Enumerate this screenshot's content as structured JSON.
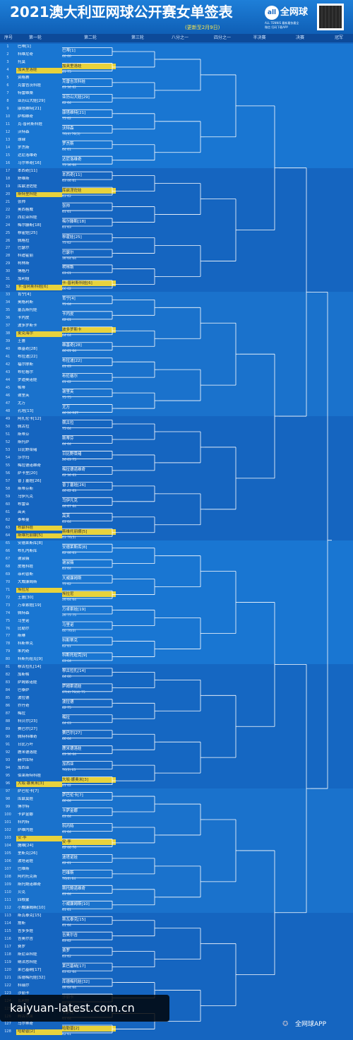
{
  "header": {
    "title": "2021澳大利亚网球公开赛女单签表",
    "updated": "(更新至2月9日)",
    "logo": {
      "icon": "all",
      "name": "全网球",
      "sub1": "ALL TENNIS 最新最快最全",
      "sub2": "微信 扫码下载APP"
    }
  },
  "columns": [
    "序号",
    "第一轮",
    "第二轮",
    "第三轮",
    "八分之一",
    "四分之一",
    "半决赛",
    "决赛",
    "冠军"
  ],
  "players": [
    "巴蒂[1]",
    "科维尼奇",
    "托莫",
    "加芙里洛娃",
    "资格赛",
    "克雷吉茨科娃",
    "特雷维桑",
    "亚历山大娃[29]",
    "康塔维特[21]",
    "萨帕维奇",
    "克-普利斯科娃",
    "沃特森",
    "球碌",
    "罗杰斯",
    "达尼洛维奇",
    "马尔蒂奇[16]",
    "本西奇[11]",
    "舒维斯",
    "库兹涅佐娃",
    "斯特里科娃",
    "张帅",
    "奥西格威",
    "西尼亚科娃",
    "梅尔滕斯[18]",
    "穆霍娃[25]",
    "佩格拉",
    "巴瑟尔",
    "科迪霍丽",
    "柯林斯",
    "博格丹",
    "加利娅",
    "卡-普利斯科娃[6]",
    "肯宁[4]",
    "奥格利斯",
    "塞瓦斯托娃",
    "卡内皮",
    "波多罗斯卡",
    "麦克海尔",
    "王蔷",
    "维基奇[28]",
    "布拉迪[22]",
    "福尔摩斯",
    "布伦格尔",
    "罗迪奥诺娃",
    "帕蒂",
    "谢里芙",
    "尤万",
    "孔塔[13]",
    "阿扎伦卡[12]",
    "佩古拉",
    "斯蒂芬",
    "斯托萨",
    "日比野菜绪",
    "莎尔玛",
    "梅拉德诺维奇",
    "萨卡里[20]",
    "普丁塞娃[26]",
    "斯蒂芬斯",
    "乌伊凡克",
    "布雷亚",
    "高芙",
    "泰希曼",
    "布兹科娃",
    "斯维托丽娜[5]",
    "安德莱斯库[8]",
    "布扎内斯库",
    "谢淑薇",
    "皮隆科娃",
    "菲利普斯",
    "大威廉姆斯",
    "埃拉尼",
    "王蔷[30]",
    "万卓索娃[19]",
    "佩特森",
    "马里诺",
    "比勒尔",
    "斯琳",
    "科斯蒂克",
    "朱内奇",
    "科斯托纽克[9]",
    "穆古拉扎[14]",
    "加斯帕",
    "萨姆索诺娃",
    "巴泰萨",
    "波拉德",
    "乔丹奇",
    "梅拉",
    "科贝尔[23]",
    "赛巴尔[27]",
    "佩特科维奇",
    "日比万叶",
    "鹿米德洛娃",
    "赫尔库特",
    "加西亚",
    "伯莱斯特科娃",
    "大坂·娜奥米[3]",
    "萨巴伦卡[7]",
    "库兹莫娃",
    "博尔特",
    "卡萨金娜",
    "科内特",
    "萨维内娃",
    "安·李",
    "施维[24]",
    "里斯克[26]",
    "波塔诺娃",
    "巴维斯",
    "阿约托克斯",
    "斯托鲍诺维奇",
    "贝克",
    "四根蒙",
    "小威廉姆斯[10]",
    "斯瓦泰克[15]",
    "詹斯",
    "吉多多娃",
    "吉奥尔吉",
    "费罗",
    "斯尼亚科娃",
    "纳法思科娃",
    "莱巴基纳[17]",
    "库德梅托娃[32]",
    "科瑞尔",
    "沙丽卡",
    "瓦利娃",
    "卡萨托",
    "邦古尔莱",
    "马尔蒂奇",
    "哈勒普[2]"
  ],
  "highlighted": [
    4,
    20,
    32,
    38,
    63,
    64,
    71,
    96,
    103,
    128
  ],
  "round2": [
    [
      "巴蒂[1]",
      "60 60"
    ],
    [
      "加芙里洛娃",
      "61 75"
    ],
    [
      "克雷吉茨科娃",
      "63 36 62"
    ],
    [
      "亚历山大娃[29]",
      "62 64"
    ],
    [
      "康塔维特[21]",
      "75 62"
    ],
    [
      "沃特森",
      "76(4) 76(3)"
    ],
    [
      "罗杰斯",
      "64 61"
    ],
    [
      "达尼洛维奇",
      "75 36 64"
    ],
    [
      "本西奇[11]",
      "63 46 61"
    ],
    [
      "库兹涅佐娃",
      "63 62"
    ],
    [
      "张帅",
      "61 61"
    ],
    [
      "梅尔滕斯[18]",
      "61 63"
    ],
    [
      "穆霍娃[25]",
      "75 62"
    ],
    [
      "巴瑟尔",
      "36 64 64"
    ],
    [
      "柯林斯",
      "63 61"
    ],
    [
      "卡-普利斯科娃[6]",
      "66 62"
    ],
    [
      "肯宁[4]",
      "75 64"
    ],
    [
      "卡内皮",
      "62 61"
    ],
    [
      "波多罗斯卡",
      "64 64"
    ],
    [
      "维基奇[28]",
      "46 61 64"
    ],
    [
      "布拉迪[22]",
      "61 63"
    ],
    [
      "布伦格尔",
      "61 62"
    ],
    [
      "谢里芙",
      "75 75"
    ],
    [
      "尤万",
      "46 26 RET."
    ],
    [
      "佩古拉",
      "75 64"
    ],
    [
      "斯蒂芬",
      "64 64"
    ],
    [
      "日比野菜绪",
      "26 63 75"
    ],
    [
      "梅拉德诺维奇",
      "62 36 63"
    ],
    [
      "普丁塞娃[26]",
      "46 62 63"
    ],
    [
      "乌伊凡克",
      "46 67 64"
    ],
    [
      "高芙",
      "63 64"
    ],
    [
      "斯维托丽娜[5]",
      "63 76(5)"
    ],
    [
      "安德莱斯库[8]",
      "62 46 63"
    ],
    [
      "谢淑薇",
      "63 64"
    ],
    [
      "大威廉姆斯",
      "75 62"
    ],
    [
      "埃拉尼",
      "26 64 64"
    ],
    [
      "万卓索娃[19]",
      "26 75 75"
    ],
    [
      "马里诺",
      "60 76(0)"
    ],
    [
      "科斯蒂克",
      "62 61"
    ],
    [
      "科斯托纽克[9]",
      "63 64"
    ],
    [
      "穆古拉扎[14]",
      "64 60"
    ],
    [
      "萨姆索诺娃",
      "67(4) 76(4) 75"
    ],
    [
      "波拉德",
      "62 75"
    ],
    [
      "梅拉",
      "64 63"
    ],
    [
      "赛巴尔[27]",
      "60 64"
    ],
    [
      "鹿米德洛娃",
      "63 36 64"
    ],
    [
      "加西亚",
      "76(3) 63"
    ],
    [
      "大坂·娜奥米[3]",
      "61 62"
    ],
    [
      "萨巴伦卡[7]",
      "60 64"
    ],
    [
      "卡萨金娜",
      "63 64"
    ],
    [
      "科内特",
      "61 64"
    ],
    [
      "安·李",
      "62 46 76"
    ],
    [
      "波塔诺娃",
      "62 61"
    ],
    [
      "巴维斯",
      "76(6) 64"
    ],
    [
      "斯托鲍诺维奇",
      "63 64"
    ],
    [
      "小威廉姆斯[10]",
      "61 61"
    ],
    [
      "斯瓦泰克[15]",
      "61 64"
    ],
    [
      "吉奥尔吉",
      "63 62"
    ],
    [
      "费罗",
      "63 62"
    ],
    [
      "莱巴基纳[17]",
      "63 62 64"
    ],
    [
      "库德梅托娃[32]",
      "46 64 64"
    ],
    [
      "沙丽卡",
      "62 75"
    ],
    [
      "卡萨托",
      "61 64"
    ],
    [
      "哈勒普[2]",
      "62 61"
    ]
  ],
  "watermark": "kaiyuan-latest.com.cn",
  "app_label": "全网球APP"
}
